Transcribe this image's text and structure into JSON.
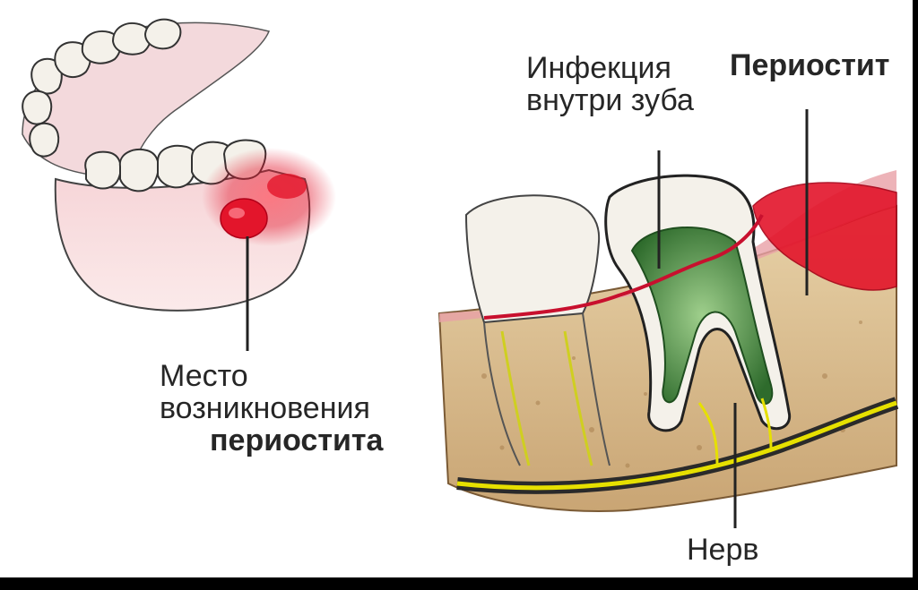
{
  "labels": {
    "site_line1": "Место",
    "site_line2": "возникновения",
    "site_line3": "периостита",
    "infection_line1": "Инфекция",
    "infection_line2": "внутри зуба",
    "periostitis": "Периостит",
    "nerve": "Нерв"
  },
  "colors": {
    "gum": "#f2c6c9",
    "inflammation": "#e3152b",
    "infection": "#2f7f2f",
    "nerve": "#e6e000",
    "bone": "#d9b98a",
    "tooth": "#f4f1ea",
    "outline": "#222222"
  }
}
